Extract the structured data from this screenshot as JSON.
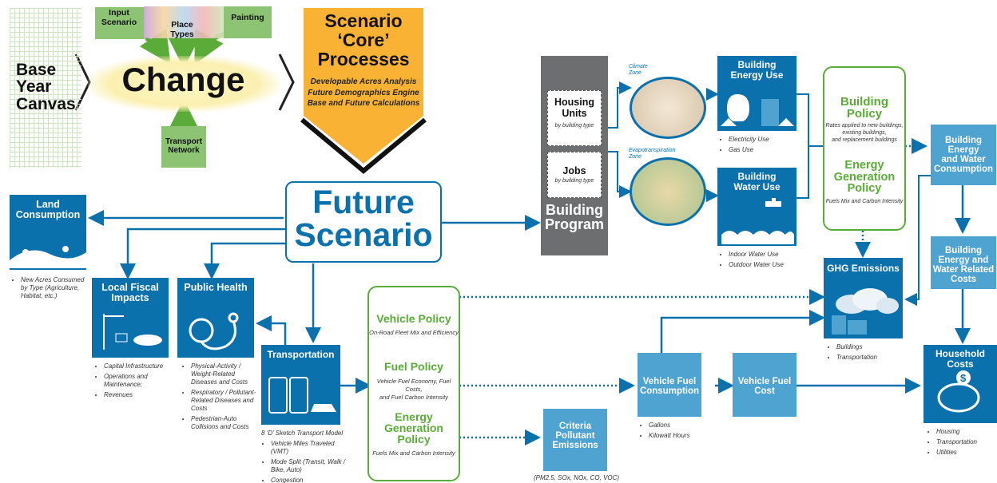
{
  "colors": {
    "dark_blue": "#0a71ad",
    "light_blue": "#4ea3d1",
    "green": "#5aab38",
    "orange": "#f9b233",
    "grey_block": "#6d6e70",
    "canvas_green": "#b9d9a8"
  },
  "top": {
    "base": "Base\nYear\nCanvas",
    "input_scenario": "Input\nScenario",
    "place_types": "Place\nTypes",
    "painting": "Painting",
    "change": "Change",
    "transport_network": "Transport\nNetwork",
    "core_title": "Scenario\n‘Core’\nProcesses",
    "core_lines": [
      "Developable Acres Analysis",
      "Future Demographics Engine",
      "Base and Future Calculations"
    ]
  },
  "future": {
    "title": "Future\nScenario"
  },
  "building_program": {
    "housing_title": "Housing\nUnits",
    "housing_sub": "by building type",
    "jobs_title": "Jobs",
    "jobs_sub": "by building type",
    "label": "Building\nProgram"
  },
  "zones": {
    "climate": "Climate\nZone",
    "evapo": "Evapotranspiration\nZone"
  },
  "energy_use": {
    "title": "Building\nEnergy Use",
    "notes": [
      "Electricity Use",
      "Gas Use"
    ]
  },
  "water_use": {
    "title": "Building\nWater Use",
    "notes": [
      "Indoor Water Use",
      "Outdoor Water Use"
    ]
  },
  "building_policy": {
    "title": "Building\nPolicy",
    "sub": "Rates applied to new buildings,\nexisting buildings,\nand replacement buildings",
    "energy_title": "Energy\nGeneration\nPolicy",
    "energy_sub": "Fuels Mix and Carbon Intensity"
  },
  "consumption": {
    "title": "Building\nEnergy\nand Water\nConsumption"
  },
  "related_costs": {
    "title": "Building\nEnergy and\nWater Related\nCosts"
  },
  "household": {
    "title": "Household Costs",
    "notes": [
      "Housing",
      "Transportation",
      "Utilities"
    ]
  },
  "ghg": {
    "title": "GHG Emissions",
    "notes": [
      "Buildings",
      "Transportation"
    ]
  },
  "land": {
    "title": "Land\nConsumption",
    "notes": [
      "New Acres Consumed by Type (Agriculture, Habitat, etc.)"
    ]
  },
  "fiscal": {
    "title": "Local Fiscal\nImpacts",
    "notes": [
      "Capital Infrastructure",
      "Operations and Maintenance;",
      "Revenues"
    ]
  },
  "health": {
    "title": "Public Health",
    "notes": [
      "Physical-Activity / Weight-Related Diseases and Costs",
      "Respiratory / Pollutant-Related Diseases and Costs",
      "Pedestrian-Auto Collisions and Costs"
    ]
  },
  "transport": {
    "title": "Transportation",
    "caption": "8 ‘D’ Sketch Transport Model",
    "notes": [
      "Vehicle Miles Traveled (VMT)",
      "Mode Split (Transit, Walk / Bike, Auto)",
      "Congestion"
    ]
  },
  "vehicle_policy": {
    "vp_title": "Vehicle Policy",
    "vp_sub": "On-Road Fleet Mix and Efficiency",
    "fp_title": "Fuel Policy",
    "fp_sub": "Vehicle Fuel Economy, Fuel Costs,\nand Fuel Carbon Intensity",
    "eg_title": "Energy\nGeneration\nPolicy",
    "eg_sub": "Fuels Mix and Carbon Intensity"
  },
  "criteria": {
    "title": "Criteria\nPollutant\nEmissions",
    "sub": "(PM2.5, SOx, NOx, CO, VOC)"
  },
  "vfc": {
    "title": "Vehicle Fuel\nConsumption",
    "notes": [
      "Gallons",
      "Kilowatt Hours"
    ]
  },
  "vfcost": {
    "title": "Vehicle Fuel\nCost"
  }
}
